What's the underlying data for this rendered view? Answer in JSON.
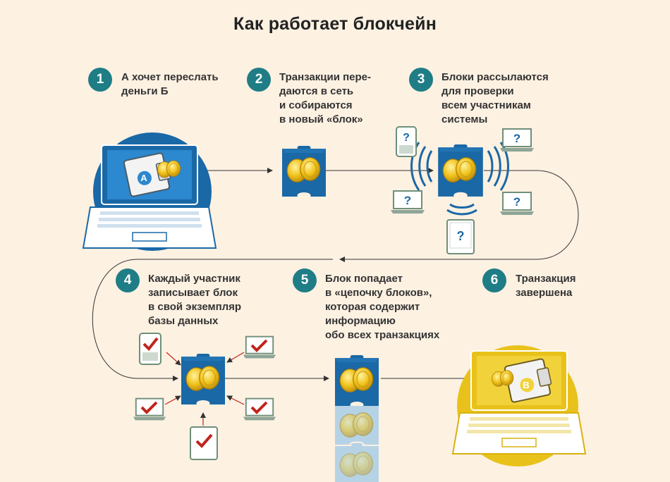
{
  "title": "Как работает блокчейн",
  "steps": [
    {
      "number": "1",
      "lines": [
        "А хочет переслать",
        "деньги Б"
      ]
    },
    {
      "number": "2",
      "lines": [
        "Транзакции пере-",
        "даются в сеть",
        "и собираются",
        "в новый «блок»"
      ]
    },
    {
      "number": "3",
      "lines": [
        "Блоки рассылаются",
        "для проверки",
        "всем участникам",
        "системы"
      ]
    },
    {
      "number": "4",
      "lines": [
        "Каждый участник",
        "записывает блок",
        "в свой экземпляр",
        "базы данных"
      ]
    },
    {
      "number": "5",
      "lines": [
        "Блок попадает",
        "в «цепочку блоков»,",
        "которая содержит",
        "информацию",
        "обо всех транзакциях"
      ]
    },
    {
      "number": "6",
      "lines": [
        "Транзакция",
        "завершена"
      ]
    }
  ],
  "wallet_labels": {
    "sender": "А",
    "receiver": "В"
  },
  "verify_mark": "?",
  "colors": {
    "background": "#fdf1e2",
    "teal": "#1f7d86",
    "blue": "#1a68a6",
    "gold": "#e8c21a",
    "red": "#c0241c"
  },
  "icons": [
    "laptop-icon",
    "wallet-icon",
    "coins-icon",
    "puzzle-block-icon",
    "phone-icon",
    "tablet-icon",
    "monitor-icon",
    "question-icon",
    "checkmark-icon",
    "signal-waves-icon",
    "arrow-icon"
  ]
}
